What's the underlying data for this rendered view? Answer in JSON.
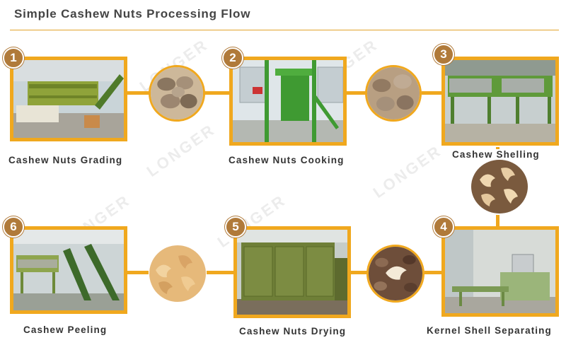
{
  "title": "Simple Cashew Nuts Processing Flow",
  "watermark": "LONGER",
  "steps": [
    {
      "number": "1",
      "label": "Cashew Nuts Grading"
    },
    {
      "number": "2",
      "label": "Cashew Nuts Cooking"
    },
    {
      "number": "3",
      "label": "Cashew   Shelling"
    },
    {
      "number": "4",
      "label": "Kernel Shell Separating"
    },
    {
      "number": "5",
      "label": "Cashew Nuts Drying"
    },
    {
      "number": "6",
      "label": "Cashew Peeling"
    }
  ],
  "colors": {
    "frame": "#f0a81e",
    "badge": "#b07a3a",
    "rule": "#e2a32a"
  }
}
